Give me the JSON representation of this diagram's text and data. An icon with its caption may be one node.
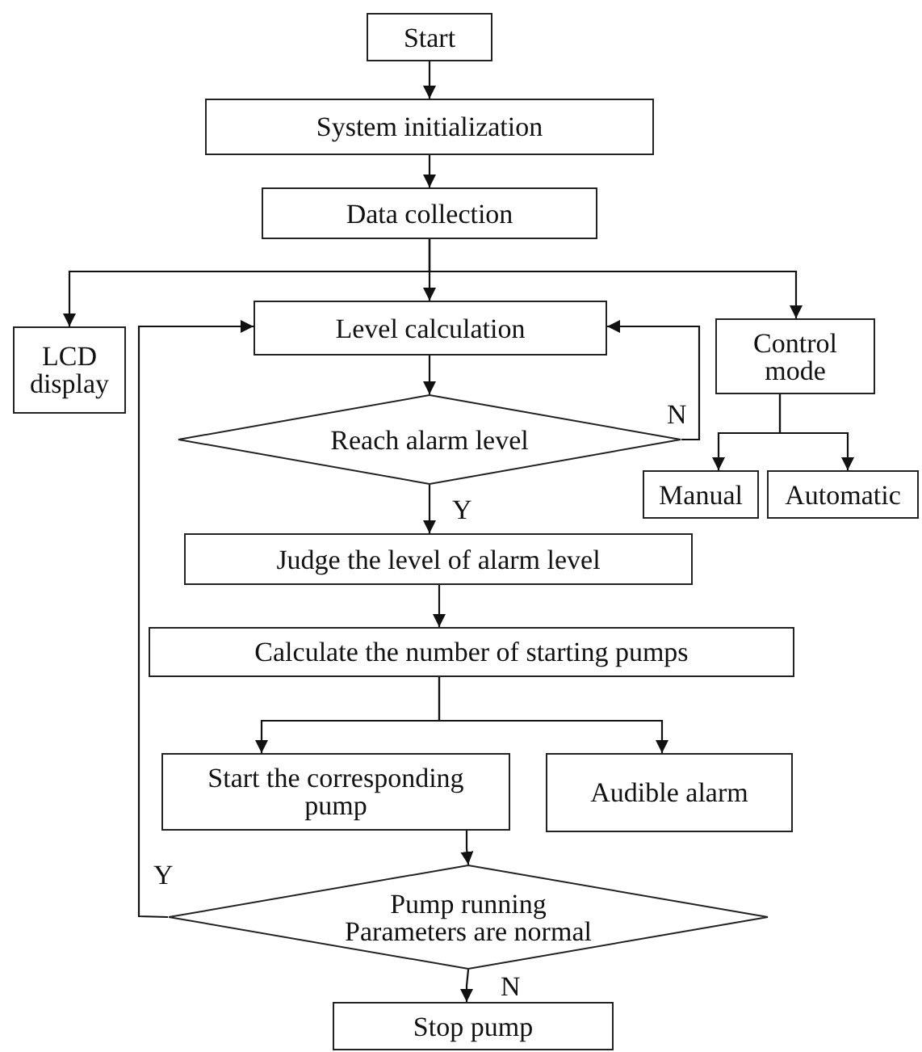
{
  "diagram": {
    "nodes": [
      {
        "text": [
          "Start"
        ]
      },
      {
        "text": [
          "System initialization"
        ]
      },
      {
        "text": [
          "Data collection"
        ]
      },
      {
        "text": [
          "LCD display"
        ]
      },
      {
        "text": [
          "Level calculation"
        ]
      },
      {
        "text": [
          "Control mode"
        ]
      },
      {
        "text": [
          "Reach alarm level"
        ]
      },
      {
        "text": [
          "Manual"
        ]
      },
      {
        "text": [
          "Automatic"
        ]
      },
      {
        "text": [
          "Judge the level of alarm level"
        ]
      },
      {
        "text": [
          "Calculate the number of starting pumps"
        ]
      },
      {
        "text": [
          "Start the corresponding pump"
        ]
      },
      {
        "text": [
          "Audible alarm"
        ]
      },
      {
        "text": [
          "Pump running Parameters are normal"
        ]
      },
      {
        "text": [
          "Stop pump"
        ]
      }
    ],
    "edges": [
      {
        "from": 0,
        "to": 1,
        "arrow": "to"
      },
      {
        "from": 1,
        "to": 2,
        "arrow": "to"
      },
      {
        "from": 2,
        "to": 4,
        "arrow": "to"
      },
      {
        "from": 2,
        "to": 3,
        "arrow": "to"
      },
      {
        "from": 2,
        "to": 5,
        "arrow": "to"
      },
      {
        "from": 4,
        "to": 6,
        "arrow": "to"
      },
      {
        "from": 6,
        "to": 4,
        "arrow": "to",
        "label": "N"
      },
      {
        "from": 6,
        "to": 9,
        "arrow": "to",
        "label": "Y"
      },
      {
        "from": 5,
        "to": 7,
        "arrow": "to"
      },
      {
        "from": 5,
        "to": 8,
        "arrow": "to"
      },
      {
        "from": 9,
        "to": 10,
        "arrow": "to"
      },
      {
        "from": 10,
        "to": 11,
        "arrow": "to"
      },
      {
        "from": 10,
        "to": 12,
        "arrow": "to"
      },
      {
        "from": 11,
        "to": 13,
        "arrow": "to"
      },
      {
        "from": 13,
        "to": 4,
        "arrow": "to",
        "label": "Y"
      },
      {
        "from": 13,
        "to": 14,
        "arrow": "to",
        "label": "N"
      }
    ]
  }
}
